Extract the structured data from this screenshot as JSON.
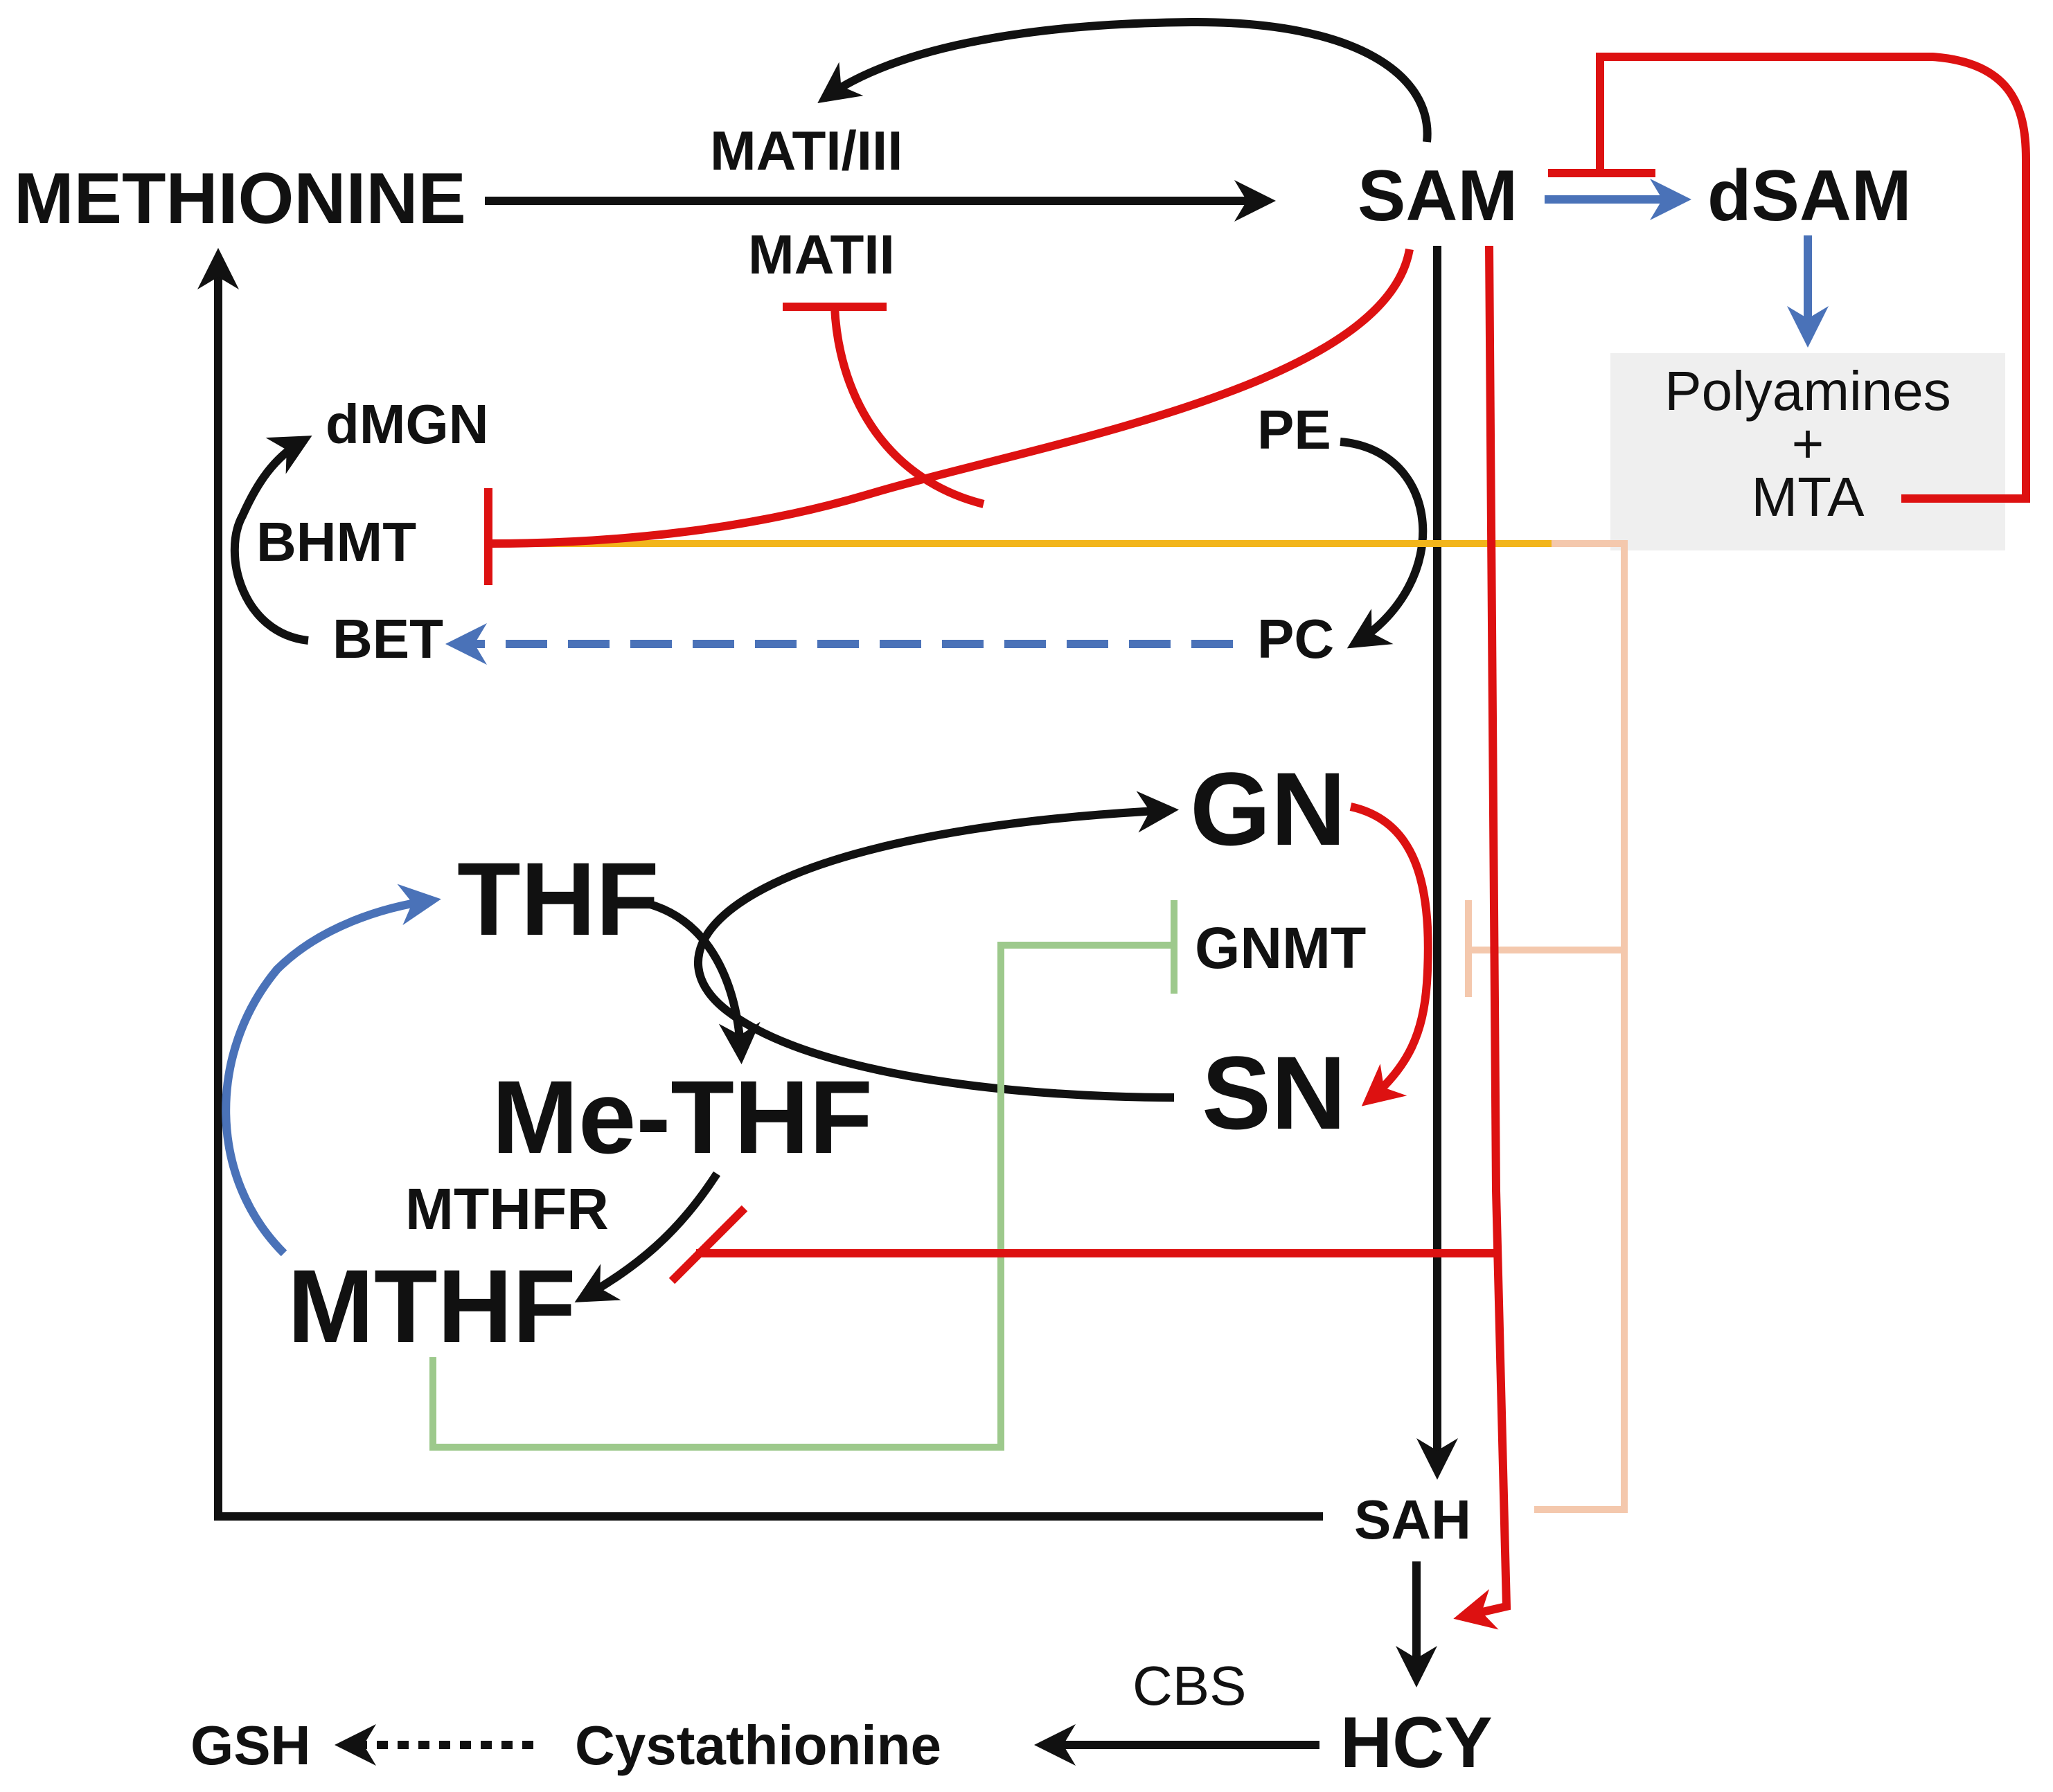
{
  "colors": {
    "black": "#111111",
    "red": "#dd1111",
    "blue": "#4a72b8",
    "yellow": "#f2b51b",
    "peach": "#f4c8ad",
    "green": "#9dc98c",
    "box": "#efefef"
  },
  "nodes": {
    "methionine": "METHIONINE",
    "sam": "SAM",
    "dsam": "dSAM",
    "polyamines": "Polyamines",
    "plus": "+",
    "mta": "MTA",
    "dmgn": "dMGN",
    "bet": "BET",
    "pe": "PE",
    "pc": "PC",
    "gn": "GN",
    "sn": "SN",
    "thf": "THF",
    "me_thf": "Me-THF",
    "mthf": "MTHF",
    "sah": "SAH",
    "hcy": "HCY",
    "cystathionine": "Cystathionine",
    "gsh": "GSH"
  },
  "enzymes": {
    "mat1_3": "MATI/III",
    "mat2": "MATII",
    "bhmt": "BHMT",
    "gnmt": "GNMT",
    "mthfr": "MTHFR",
    "cbs": "CBS"
  }
}
